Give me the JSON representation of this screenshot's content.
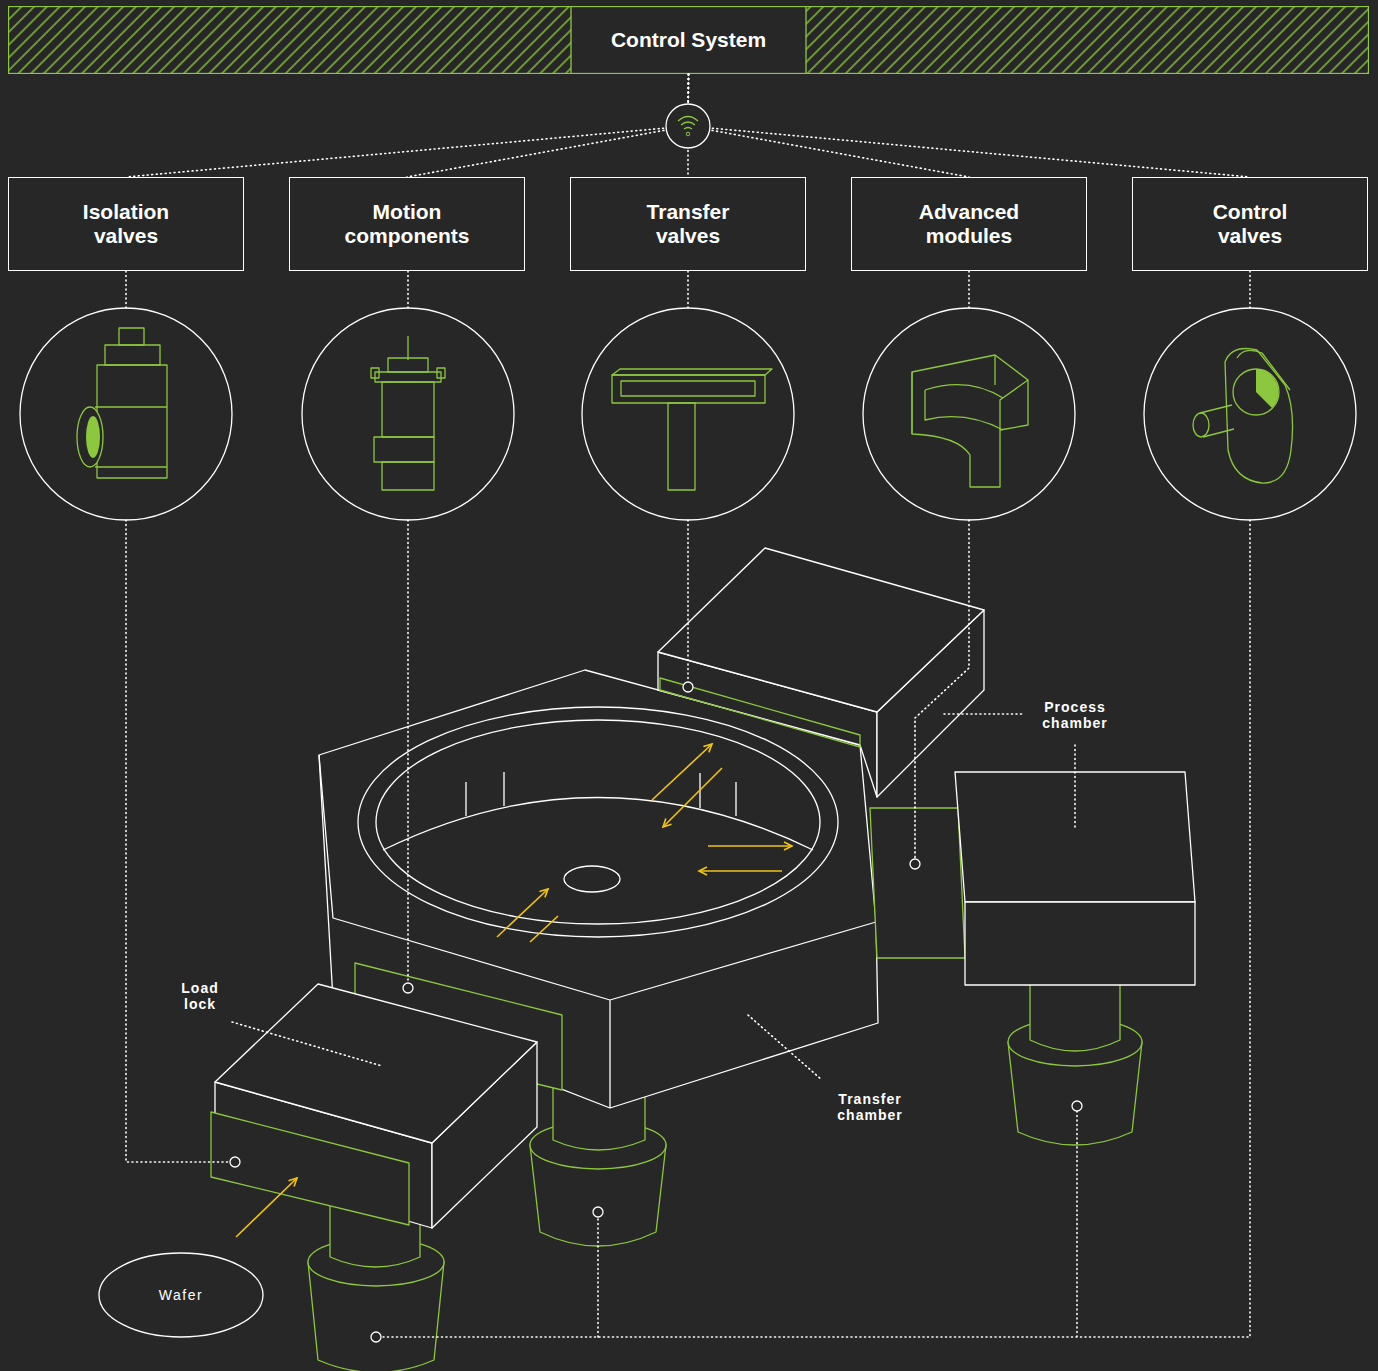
{
  "diagram": {
    "nodes": [
      {
        "text": [
          "Control System"
        ]
      },
      {
        "text": [
          "Isolation valves"
        ]
      },
      {
        "text": [
          "Motion components"
        ]
      },
      {
        "text": [
          "Transfer valves"
        ]
      },
      {
        "text": [
          "Advanced modules"
        ]
      },
      {
        "text": [
          "Control valves"
        ]
      },
      {
        "text": [
          "Wafer"
        ]
      }
    ],
    "edges": [
      {
        "from": 0,
        "to": 1,
        "arrow": "none"
      },
      {
        "from": 0,
        "to": 2,
        "arrow": "none"
      },
      {
        "from": 0,
        "to": 3,
        "arrow": "none"
      },
      {
        "from": 0,
        "to": 4,
        "arrow": "none"
      },
      {
        "from": 0,
        "to": 5,
        "arrow": "none"
      }
    ],
    "labels": [
      "Load lock",
      "Transfer chamber",
      "Process chamber"
    ]
  }
}
